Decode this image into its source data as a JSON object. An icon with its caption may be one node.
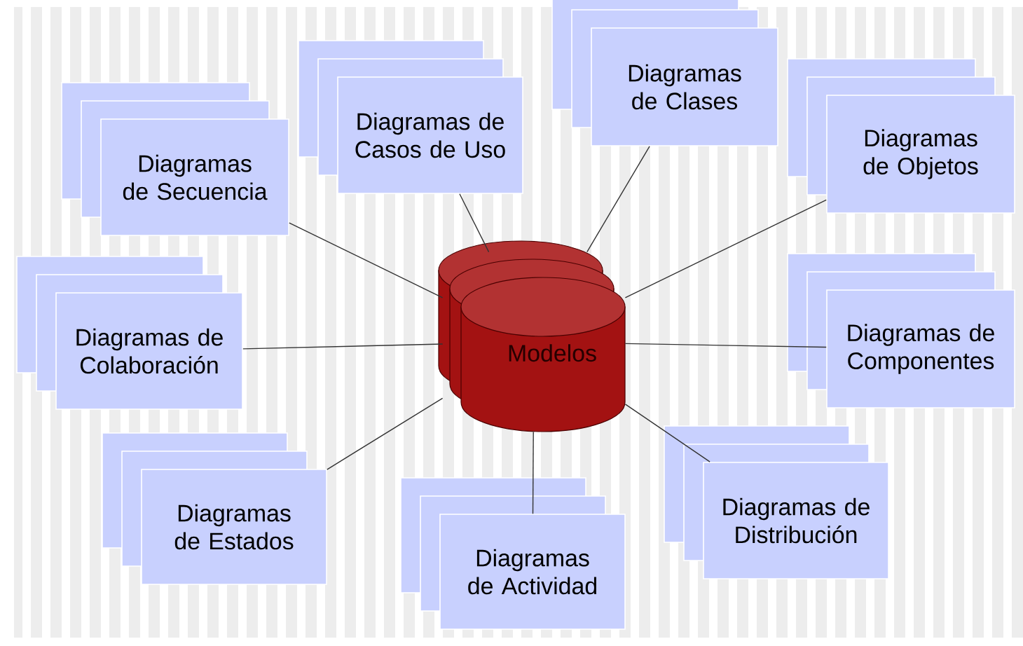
{
  "diagram": {
    "nodes": [
      {
        "text": [
          "Modelos"
        ]
      },
      {
        "text": [
          "Diagramas de Secuencia"
        ]
      },
      {
        "text": [
          "Diagramas de Casos de Uso"
        ]
      },
      {
        "text": [
          "Diagramas de Clases"
        ]
      },
      {
        "text": [
          "Diagramas de Objetos"
        ]
      },
      {
        "text": [
          "Diagramas de Colaboración"
        ]
      },
      {
        "text": [
          "Diagramas de Componentes"
        ]
      },
      {
        "text": [
          "Diagramas de Estados"
        ]
      },
      {
        "text": [
          "Diagramas de Actividad"
        ]
      },
      {
        "text": [
          "Diagramas de Distribución"
        ]
      }
    ],
    "edges": [
      {
        "from": 0,
        "to": 1,
        "arrow": "none"
      },
      {
        "from": 0,
        "to": 2,
        "arrow": "none"
      },
      {
        "from": 0,
        "to": 3,
        "arrow": "none"
      },
      {
        "from": 0,
        "to": 4,
        "arrow": "none"
      },
      {
        "from": 0,
        "to": 5,
        "arrow": "none"
      },
      {
        "from": 0,
        "to": 6,
        "arrow": "none"
      },
      {
        "from": 0,
        "to": 7,
        "arrow": "none"
      },
      {
        "from": 0,
        "to": 8,
        "arrow": "none"
      },
      {
        "from": 0,
        "to": 9,
        "arrow": "none"
      }
    ]
  }
}
